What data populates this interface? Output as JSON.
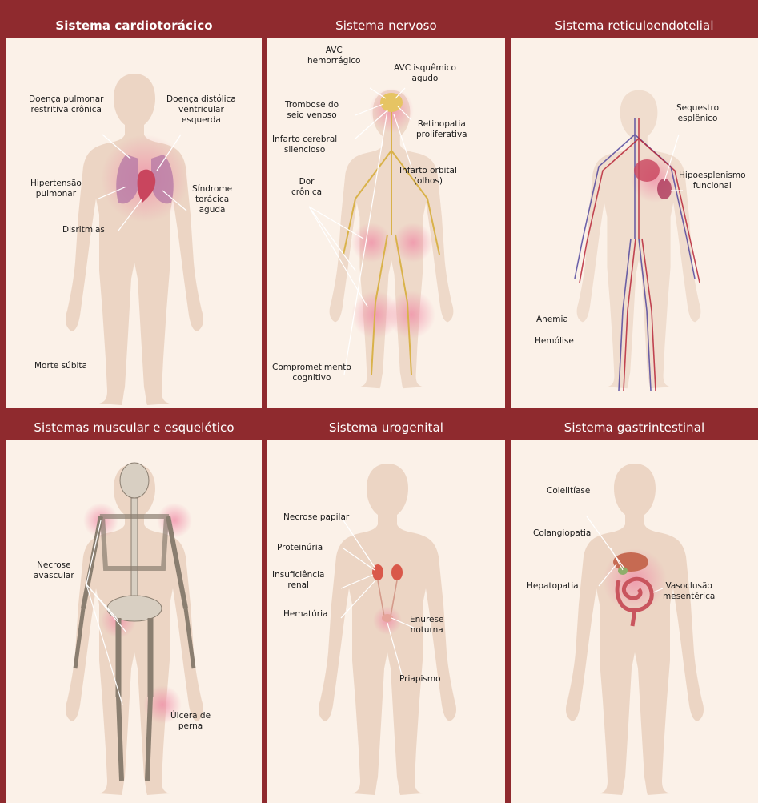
{
  "colors": {
    "header": "#8f2a2e",
    "panel_bg": "#fbf1e8",
    "silhouette": "#ecd5c4",
    "highlight": "#f1b4c2",
    "vessel_red": "#b8283a",
    "vessel_blue": "#4a3f9a",
    "nerve": "#d9b24a",
    "bone": "#d8cfc2"
  },
  "panels": [
    {
      "title": "Sistema cardiotorácico",
      "labels": {
        "doenca_pulmonar": "Doença pulmonar\nrestritiva crônica",
        "doenca_distolica": "Doença distólica\nventricular\nesquerda",
        "hipertensao": "Hipertensão\npulmonar",
        "sindrome": "Síndrome\ntorácica\naguda",
        "disritmias": "Disritmias",
        "morte_subita": "Morte súbita"
      }
    },
    {
      "title": "Sistema nervoso",
      "labels": {
        "avc_hemorragico": "AVC\nhemorrágico",
        "avc_isquemico": "AVC isquêmico\nagudo",
        "trombose": "Trombose do\nseio venoso",
        "retinopatia": "Retinopatia\nproliferativa",
        "infarto_cerebral": "Infarto cerebral\nsilencioso",
        "infarto_orbital": "Infarto orbital\n(olhos)",
        "dor_cronica": "Dor\ncrônica",
        "comprometimento": "Comprometimento\ncognitivo"
      }
    },
    {
      "title": "Sistema reticuloendotelial",
      "labels": {
        "sequestro": "Sequestro\nesplênico",
        "hipoesplenismo": "Hipoesplenismo\nfuncional",
        "anemia": "Anemia",
        "hemolise": "Hemólise"
      }
    },
    {
      "title": "Sistemas muscular e esquelético",
      "labels": {
        "necrose_avascular": "Necrose\navascular",
        "ulcera": "Úlcera de\nperna"
      }
    },
    {
      "title": "Sistema urogenital",
      "labels": {
        "necrose_papilar": "Necrose papilar",
        "proteinuria": "Proteinúria",
        "insuficiencia": "Insuficiência\nrenal",
        "hematuria": "Hematúria",
        "enurese": "Enurese\nnoturna",
        "priapismo": "Priapismo"
      }
    },
    {
      "title": "Sistema gastrintestinal",
      "labels": {
        "colelitiase": "Colelitíase",
        "colangiopatia": "Colangiopatia",
        "hepatopatia": "Hepatopatia",
        "vasoclusao": "Vasoclusão\nmesentérica"
      }
    }
  ]
}
